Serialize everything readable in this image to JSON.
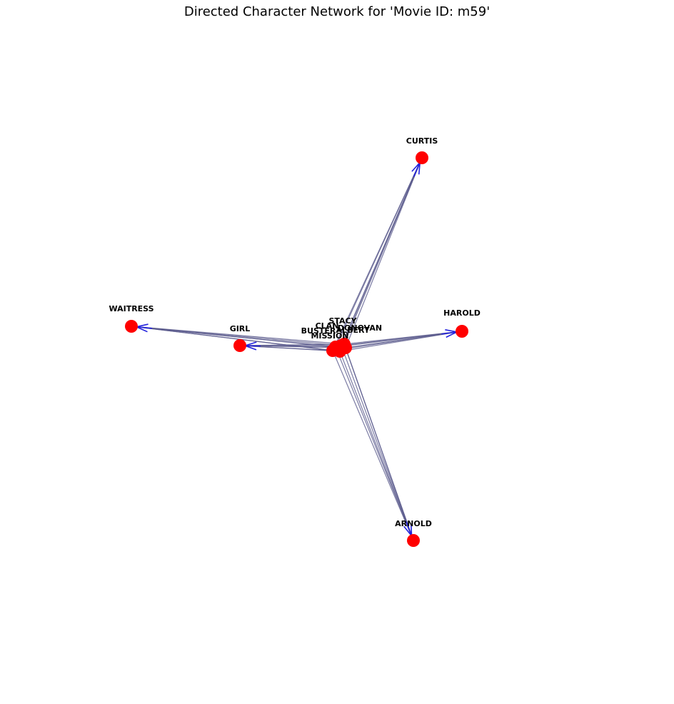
{
  "title": "Directed Character Network for 'Movie ID: m59'",
  "colors": {
    "node": "#ff0000",
    "edge": "#5a5a8c",
    "arrow": "#2222dd",
    "label": "#000000"
  },
  "nodes": [
    {
      "id": "CURTIS",
      "label": "CURTIS"
    },
    {
      "id": "WAITRESS",
      "label": "WAITRESS"
    },
    {
      "id": "GIRL",
      "label": "GIRL"
    },
    {
      "id": "HAROLD",
      "label": "HAROLD"
    },
    {
      "id": "ARNOLD",
      "label": "ARNOLD"
    },
    {
      "id": "BUSTER",
      "label": "BUSTER"
    },
    {
      "id": "MISSION",
      "label": "MISSION"
    },
    {
      "id": "STACY",
      "label": "STACY"
    },
    {
      "id": "CENTER1",
      "label": "CLAN"
    },
    {
      "id": "CENTER2",
      "label": "DONOVAN"
    },
    {
      "id": "CENTER3",
      "label": "ALBERT"
    }
  ]
}
